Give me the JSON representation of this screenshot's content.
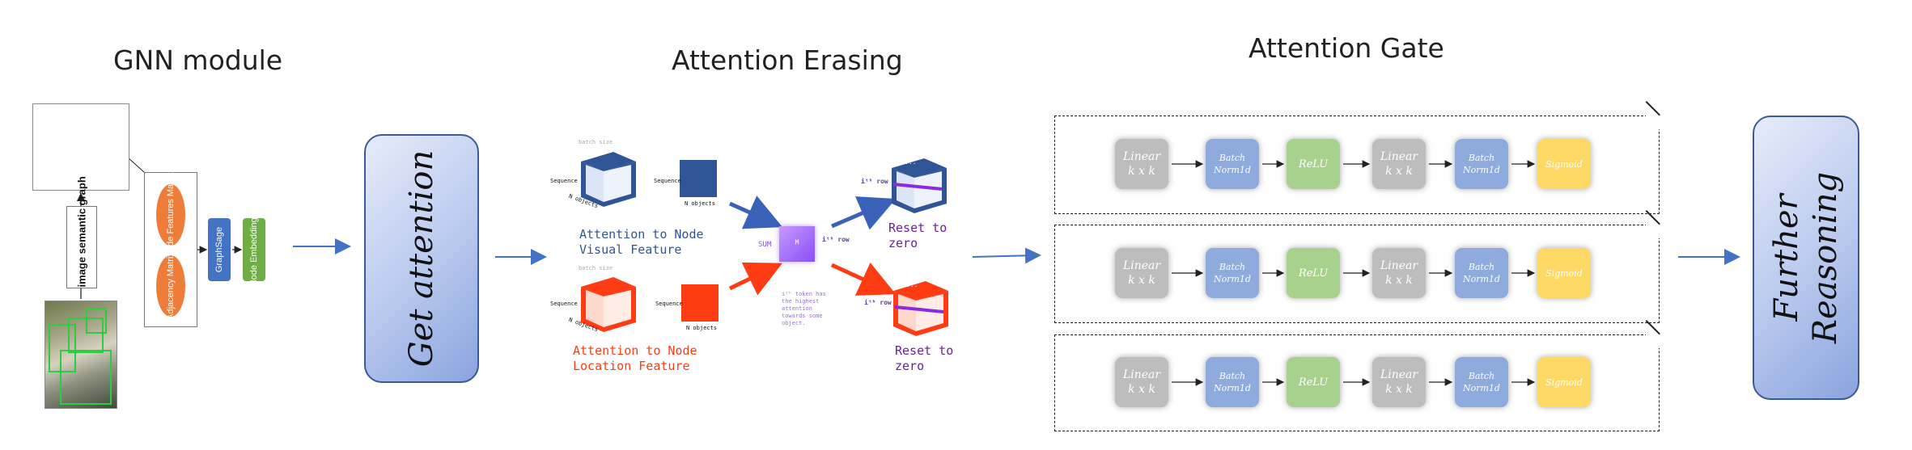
{
  "titles": {
    "gnn": "GNN module",
    "erasing": "Attention Erasing",
    "gate": "Attention Gate"
  },
  "gnn": {
    "graph_label": "image semantic graph",
    "node_features": "Node Features Matrix",
    "adjacency": "Adjacency Matrix",
    "graphsage": "GraphSage",
    "node_embeddings": "Node Embeddings"
  },
  "get_attention": "Get attention",
  "erasing": {
    "sequence": "Sequence",
    "n_objects": "N objects",
    "batch_size": "batch size",
    "visual_label_1": "Attention to Node",
    "visual_label_2": "Visual Feature",
    "location_label_1": "Attention to Node",
    "location_label_2": "Location Feature",
    "sum": "SUM",
    "m": "M",
    "ith_row": "iᵗʰ row",
    "note": "iᵗʰ token has\nthe highest\nattention\ntowards some\nobject.",
    "reset_1": "Reset to",
    "reset_2": "zero",
    "dots": "...",
    "colors": {
      "blue": "#2f5597",
      "red": "#ff3b14",
      "purple": "#8a4ef5"
    }
  },
  "gate": {
    "rows": [
      {
        "linear1": "Linear\nk x k",
        "bn1": "Batch\nNorm1d",
        "relu": "ReLU",
        "linear2": "Linear\nk x k",
        "bn2": "Batch\nNorm1d",
        "sigmoid": "Sigmoid"
      },
      {
        "linear1": "Linear\nk x k",
        "bn1": "Batch\nNorm1d",
        "relu": "ReLU",
        "linear2": "Linear\nk x k",
        "bn2": "Batch\nNorm1d",
        "sigmoid": "Sigmoid"
      },
      {
        "linear1": "Linear\nk x k",
        "bn1": "Batch\nNorm1d",
        "relu": "ReLU",
        "linear2": "Linear\nk x k",
        "bn2": "Batch\nNorm1d",
        "sigmoid": "Sigmoid"
      }
    ]
  },
  "further_reasoning_1": "Further",
  "further_reasoning_2": "Reasoning"
}
